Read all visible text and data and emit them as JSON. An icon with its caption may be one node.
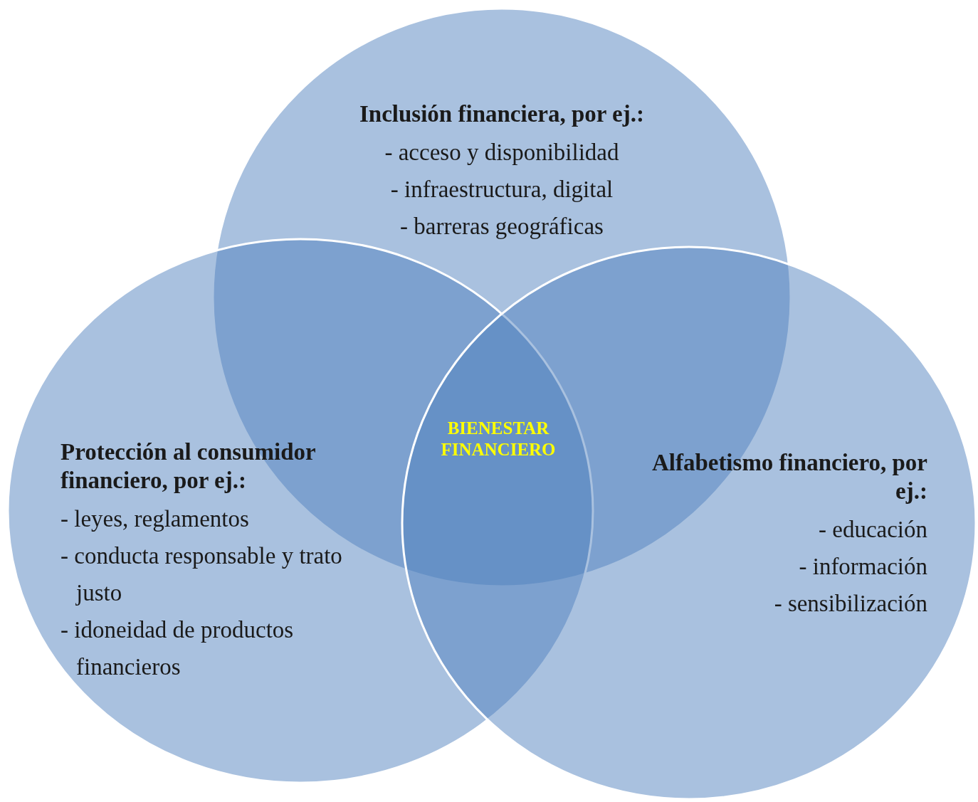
{
  "diagram": {
    "nodes": [
      {
        "text": [
          "Inclusión financiera, por ej.:",
          "- acceso y disponibilidad",
          "- infraestructura, digital",
          "- barreras geográficas"
        ]
      },
      {
        "text": [
          "Protección al consumidor financiero, por ej.:",
          "- leyes, reglamentos",
          "- conducta responsable y trato justo",
          "- idoneidad de productos financieros"
        ]
      },
      {
        "text": [
          "Alfabetismo financiero, por ej.:",
          "- educación",
          "- información",
          "- sensibilización"
        ]
      }
    ],
    "labels": [
      "BIENESTAR FINANCIERO"
    ]
  }
}
